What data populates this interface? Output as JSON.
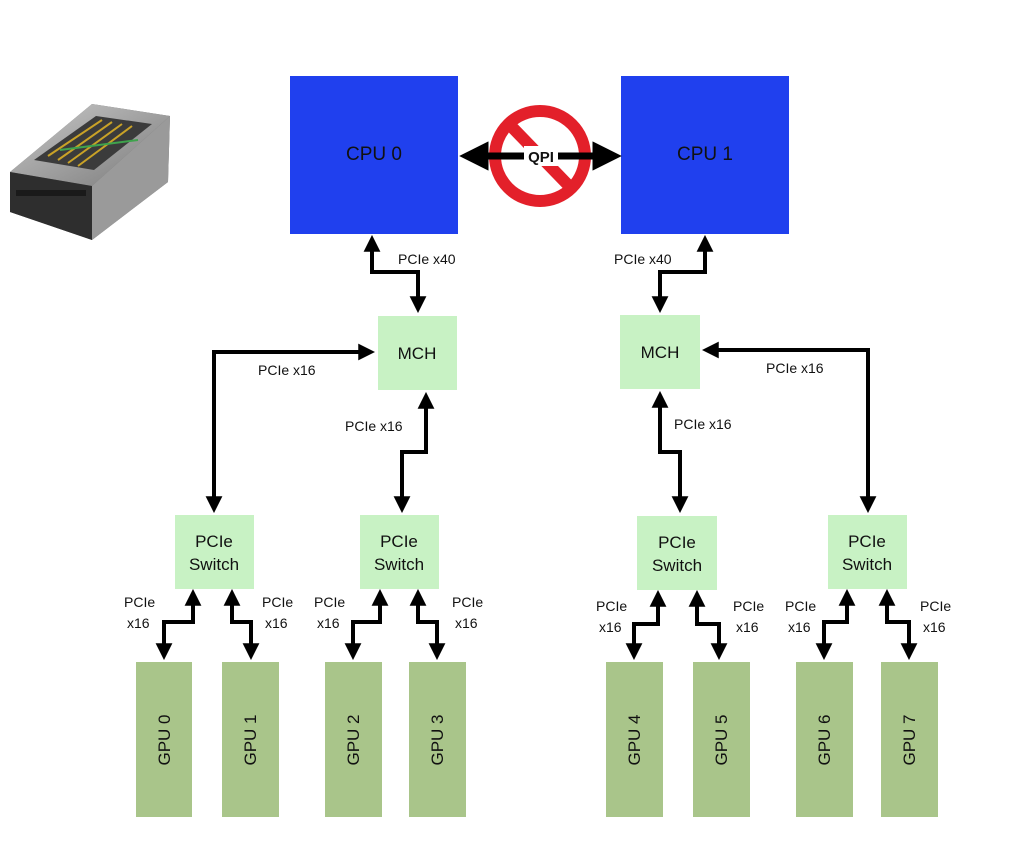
{
  "colors": {
    "cpu_fill": "#2040ee",
    "mch_fill": "#c8f2c4",
    "switch_fill": "#c8f2c4",
    "gpu_fill": "#a9c58a",
    "arrow": "#000000",
    "prohibited": "#e3202a"
  },
  "cpus": [
    {
      "label": "CPU 0"
    },
    {
      "label": "CPU 1"
    }
  ],
  "qpi_label": "QPI",
  "mch": [
    {
      "label": "MCH"
    },
    {
      "label": "MCH"
    }
  ],
  "switches": [
    {
      "line1": "PCIe",
      "line2": "Switch"
    },
    {
      "line1": "PCIe",
      "line2": "Switch"
    },
    {
      "line1": "PCIe",
      "line2": "Switch"
    },
    {
      "line1": "PCIe",
      "line2": "Switch"
    }
  ],
  "gpus": [
    {
      "label": "GPU 0"
    },
    {
      "label": "GPU 1"
    },
    {
      "label": "GPU 2"
    },
    {
      "label": "GPU 3"
    },
    {
      "label": "GPU 4"
    },
    {
      "label": "GPU 5"
    },
    {
      "label": "GPU 6"
    },
    {
      "label": "GPU 7"
    }
  ],
  "links": {
    "cpu_mch": "PCIe x40",
    "mch_switch": "PCIe x16",
    "switch_gpu_line1": "PCIe",
    "switch_gpu_line2": "x16"
  },
  "server_photo": {
    "icon": "server-chassis-icon"
  }
}
